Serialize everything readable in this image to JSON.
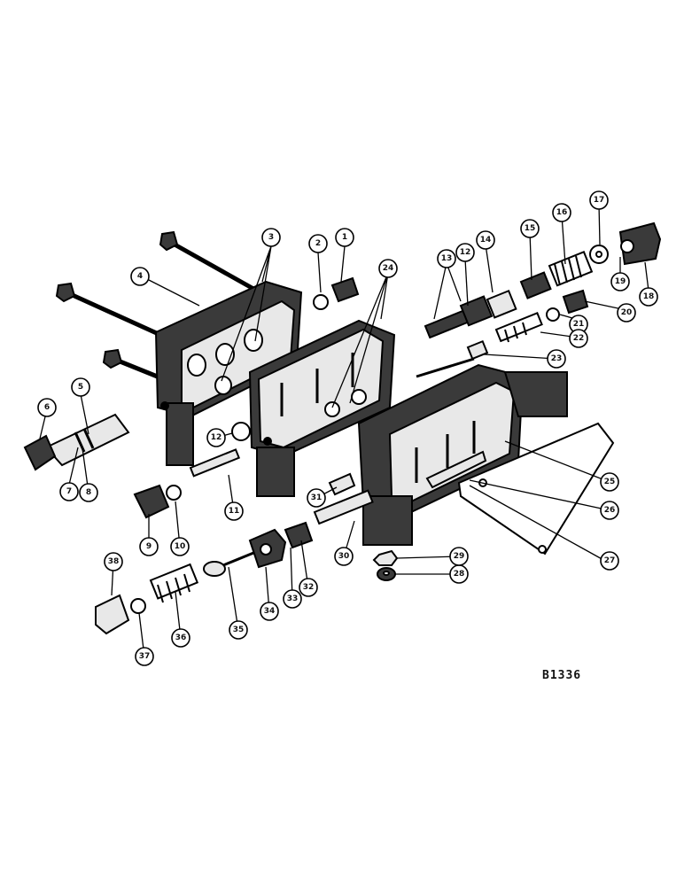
{
  "reference_code": "B1336",
  "callouts": [
    "1",
    "2",
    "3",
    "4",
    "5",
    "6",
    "7",
    "8",
    "9",
    "10",
    "11",
    "12",
    "12",
    "13",
    "14",
    "15",
    "16",
    "17",
    "18",
    "19",
    "20",
    "21",
    "22",
    "23",
    "24",
    "25",
    "26",
    "27",
    "28",
    "29",
    "30",
    "31",
    "32",
    "33",
    "34",
    "35",
    "36",
    "37",
    "38"
  ]
}
